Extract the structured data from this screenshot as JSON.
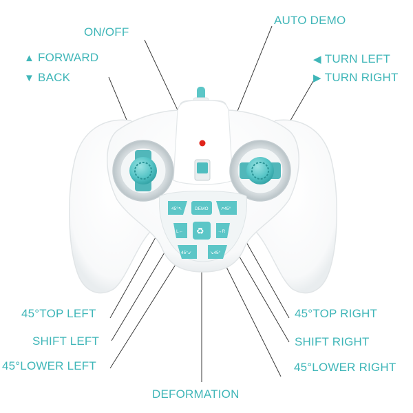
{
  "colors": {
    "accent": "#3fb6b8",
    "body": "#ffffff",
    "outline": "#dfe3e5",
    "led": "#e0251b"
  },
  "labels": {
    "on_off": "ON/OFF",
    "auto_demo": "AUTO DEMO",
    "forward": "FORWARD",
    "back": "BACK",
    "turn_left": "TURN LEFT",
    "turn_right": "TURN RIGHT",
    "top_left_45": "45°TOP LEFT",
    "shift_left": "SHIFT LEFT",
    "lower_left_45": "45°LOWER LEFT",
    "deformation": "DEFORMATION",
    "top_right_45": "45°TOP RIGHT",
    "shift_right": "SHIFT RIGHT",
    "lower_right_45": "45°LOWER RIGHT"
  },
  "arrows": {
    "up": "▲",
    "down": "▼",
    "left": "◀",
    "right": "▶"
  },
  "buttons": {
    "top_left": "45°↖",
    "demo": "DEMO",
    "top_right": "↗45°",
    "left": "L←",
    "right": "→R",
    "lower_left": "45°↙",
    "lower_right": "↘45°"
  }
}
